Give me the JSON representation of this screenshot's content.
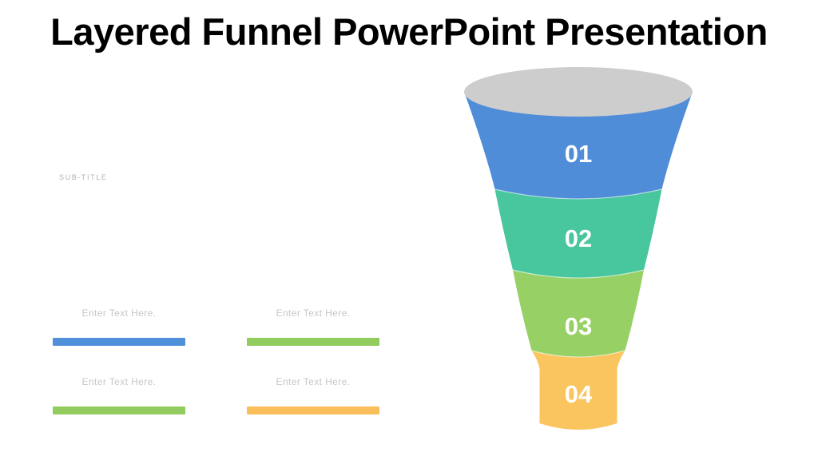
{
  "slide": {
    "title": "Layered Funnel PowerPoint Presentation",
    "subtitle": "SUB-TITLE"
  },
  "placeholders": [
    {
      "text": "Enter Text Here.",
      "bar_color": "#4e90da"
    },
    {
      "text": "Enter Text Here.",
      "bar_color": "#92cb5e"
    },
    {
      "text": "Enter Text Here.",
      "bar_color": "#92cb5e"
    },
    {
      "text": "Enter Text Here.",
      "bar_color": "#fabf5a"
    }
  ],
  "funnel": {
    "top_color": "#cdcdcd",
    "layers": [
      {
        "label": "01",
        "color": "#4f8dd9"
      },
      {
        "label": "02",
        "color": "#48c69d"
      },
      {
        "label": "03",
        "color": "#97d166"
      },
      {
        "label": "04",
        "color": "#fac55e"
      }
    ]
  }
}
